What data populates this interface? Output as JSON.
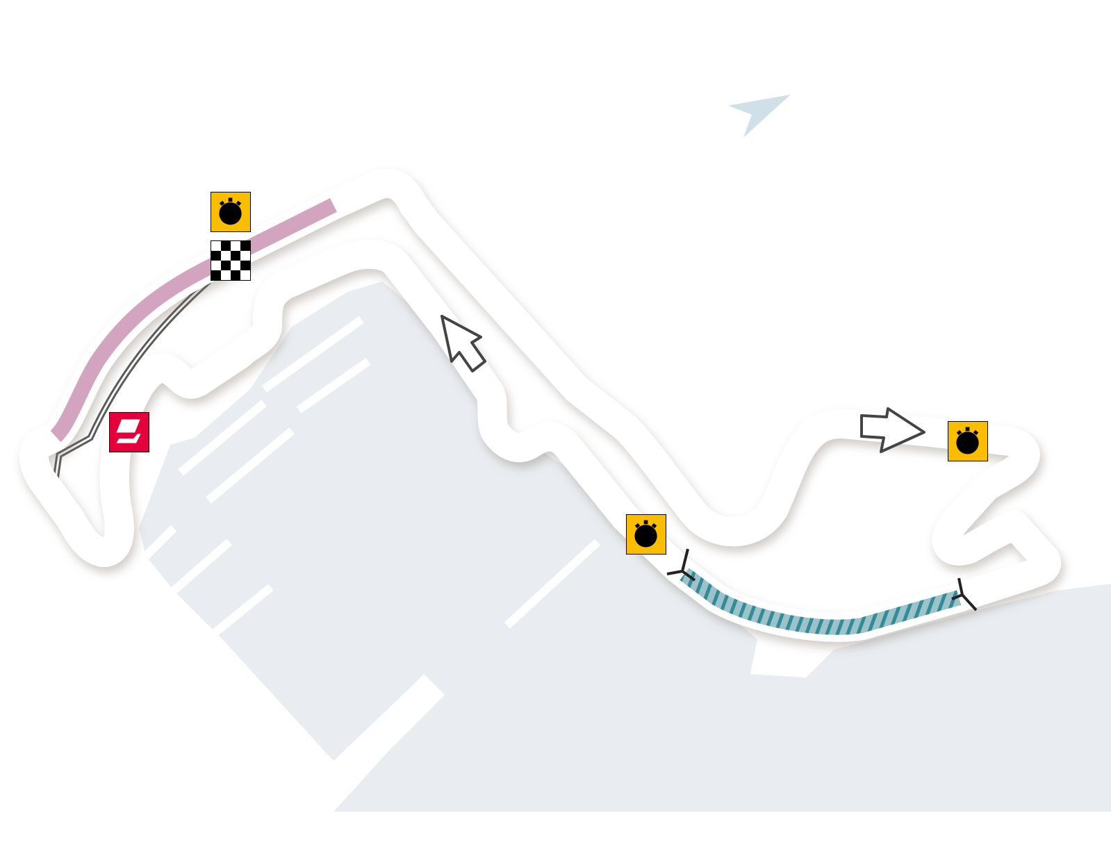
{
  "map": {
    "colors": {
      "track": "#338b97",
      "track_outline": "#5a5a5a",
      "sector_highlight": "#d2a4bf",
      "drs_zone": "#9cc3ca",
      "land": "#e9edf1",
      "timing_marker": "#fbbd00",
      "pit_marker": "#e4003b",
      "north_arrow": "#cfe0e8"
    },
    "markers": [
      {
        "icon": "stopwatch-icon",
        "label": "sector-timing-1"
      },
      {
        "icon": "checkered-flag-icon",
        "label": "start-finish"
      },
      {
        "icon": "pit-lane-icon",
        "label": "pit-exit"
      },
      {
        "icon": "stopwatch-icon",
        "label": "sector-timing-2"
      },
      {
        "icon": "stopwatch-icon",
        "label": "sector-timing-3"
      }
    ],
    "direction_arrows": 2,
    "drs_zones": 1
  }
}
